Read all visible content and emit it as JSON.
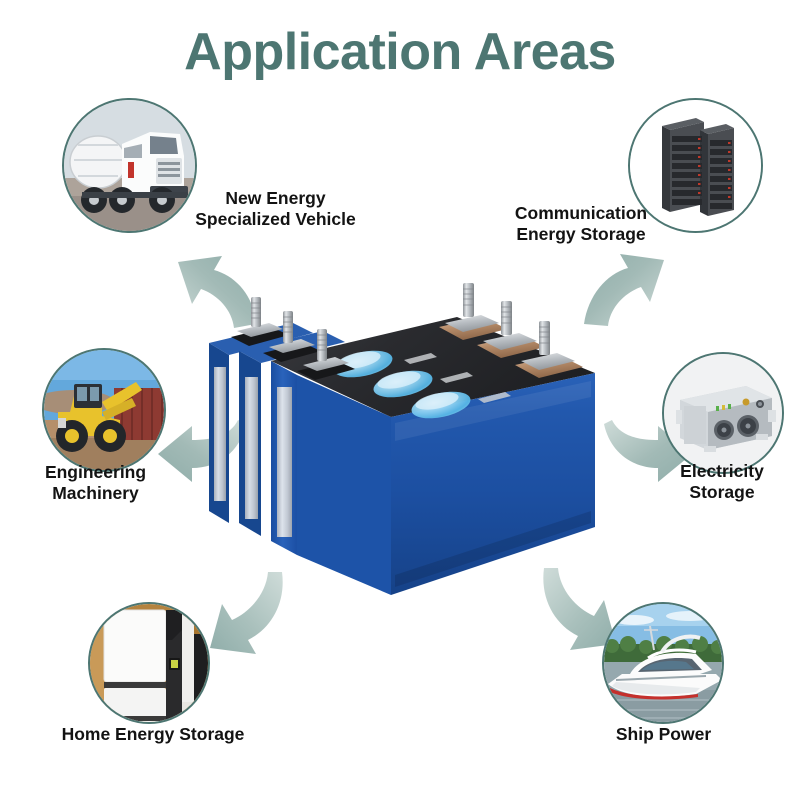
{
  "header": {
    "title": "Application Areas",
    "title_color": "#4d7672"
  },
  "theme": {
    "accent": "#4d7672",
    "arrow_color": "#a8bfbb",
    "label_color": "#131313",
    "background": "#ffffff",
    "battery_body": "#1c4fa1",
    "battery_top": "#2b2b2e",
    "vent_blue": "#6fc4ef"
  },
  "nodes": [
    {
      "id": "new-energy-specialized-vehicle",
      "label": "New Energy\nSpecialized Vehicle",
      "icon": "concrete-mixer-truck-photo",
      "position": "top-left"
    },
    {
      "id": "communication-energy-storage",
      "label": "Communication\nEnergy Storage",
      "icon": "server-rack-cabinets-photo",
      "position": "top-right"
    },
    {
      "id": "engineering-machinery",
      "label": "Engineering\nMachinery",
      "icon": "wheel-loader-photo",
      "position": "middle-left"
    },
    {
      "id": "electricity-storage",
      "label": "Electricity\nStorage",
      "icon": "power-supply-unit-photo",
      "position": "middle-right"
    },
    {
      "id": "home-energy-storage",
      "label": "Home Energy Storage",
      "icon": "home-battery-wall-unit-photo",
      "position": "bottom-left"
    },
    {
      "id": "ship-power",
      "label": "Ship Power",
      "icon": "speedboat-photo",
      "position": "bottom-right"
    }
  ],
  "arrows": [
    {
      "id": "arrow-to-new-energy-specialized-vehicle",
      "direction": "up-left"
    },
    {
      "id": "arrow-to-communication-energy-storage",
      "direction": "up-right"
    },
    {
      "id": "arrow-to-engineering-machinery",
      "direction": "left"
    },
    {
      "id": "arrow-to-electricity-storage",
      "direction": "right"
    },
    {
      "id": "arrow-to-home-energy-storage",
      "direction": "down-left"
    },
    {
      "id": "arrow-to-ship-power",
      "direction": "down-right"
    }
  ],
  "product": {
    "name": "prismatic-lithium-battery-cells",
    "cell_count": 3,
    "terminal_count": 6,
    "vent_count": 3
  }
}
